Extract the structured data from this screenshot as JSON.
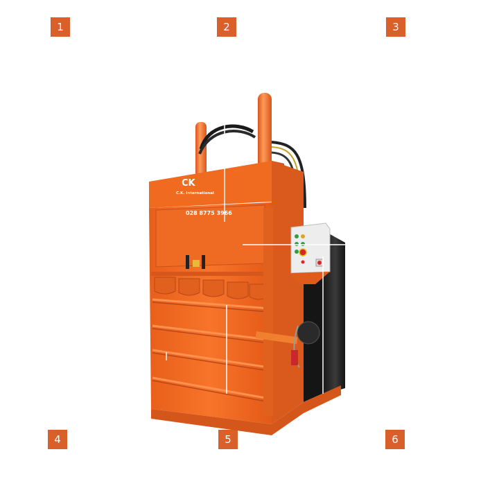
{
  "hotspots": [
    {
      "id": 1,
      "label": "1"
    },
    {
      "id": 2,
      "label": "2"
    },
    {
      "id": 3,
      "label": "3"
    },
    {
      "id": 4,
      "label": "4"
    },
    {
      "id": 5,
      "label": "5"
    },
    {
      "id": 6,
      "label": "6"
    }
  ],
  "machine": {
    "brand_mark": "CK",
    "brand_name": "C.K. International",
    "phone": "028 8775 3966",
    "colors": {
      "body": "#F0691F",
      "body_dark": "#C9501A",
      "body_light": "#FF8A45",
      "panel": "#E9E9E9",
      "motor_cover": "#1A1A1A",
      "marker": "#D95F2B"
    }
  }
}
